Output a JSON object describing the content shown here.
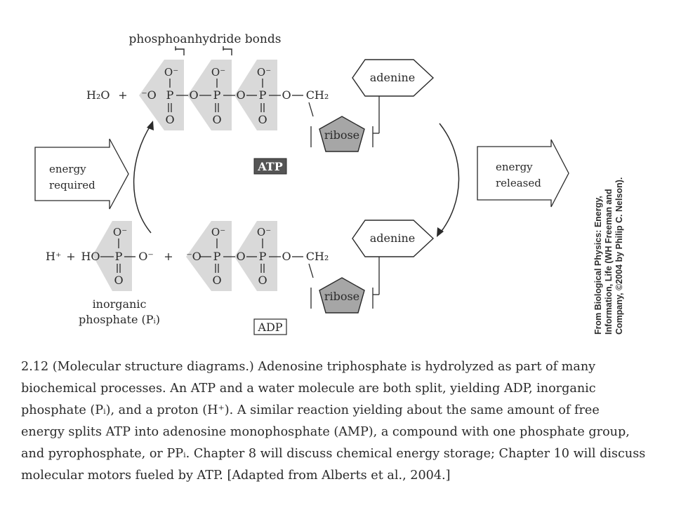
{
  "labels": {
    "bonds_label": "phosphoanhydride bonds",
    "water": "H₂O",
    "plus": "+",
    "o_minus": "O⁻",
    "minus_o": "⁻O",
    "o": "O",
    "p": "P",
    "ch2": "CH₂",
    "adenine": "adenine",
    "ribose": "ribose",
    "atp": "ATP",
    "adp": "ADP",
    "h_plus": "H⁺",
    "ho": "HO",
    "energy_required_1": "energy",
    "energy_required_2": "required",
    "energy_released_1": "energy",
    "energy_released_2": "released",
    "pi_label_1": "inorganic",
    "pi_label_2": "phosphate (Pᵢ)"
  },
  "credit": {
    "line1": "From Biological Physics: Energy,",
    "line2": "Information, Life (WH Freeman and",
    "line3": "Company, ©2004 by Philip C. Nelson)."
  },
  "caption": {
    "line1": "2.12 (Molecular structure diagrams.)  Adenosine triphosphate is hydrolyzed as part of many",
    "line2": "biochemical processes.  An ATP and a water molecule are both split, yielding ADP, inorganic",
    "line3": "phosphate (Pᵢ), and a proton (H⁺).  A similar reaction yielding about the same amount of free",
    "line4": "energy splits ATP into adenosine monophosphate (AMP), a compound with one phosphate group,",
    "line5": "and pyrophosphate, or PPᵢ.  Chapter 8 will discuss chemical energy storage; Chapter 10 will discuss",
    "line6": "molecular motors fueled by ATP. [Adapted from Alberts et al., 2004.]"
  },
  "colors": {
    "phosphate_fill": "#d9d9d9",
    "ribose_fill": "#a6a6a6",
    "atp_box_fill": "#555555",
    "ink": "#2a2a2a"
  }
}
